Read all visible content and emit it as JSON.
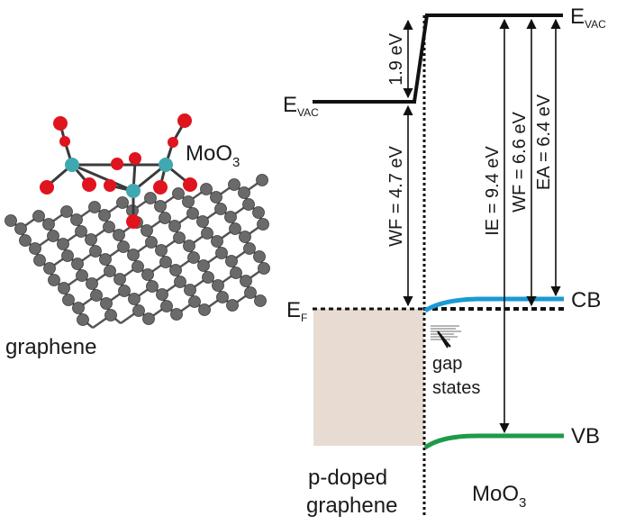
{
  "labels": {
    "graphene": "graphene",
    "moo3_molecule": "MoO",
    "moo3_sub": "3",
    "evac_left": "E",
    "evac_left_sub": "VAC",
    "evac_right": "E",
    "evac_right_sub": "VAC",
    "ef": "E",
    "ef_sub": "F",
    "cb": "CB",
    "vb": "VB",
    "gap_states_1": "gap",
    "gap_states_2": "states",
    "pdoped_1": "p-doped",
    "pdoped_2": "graphene",
    "moo3_bottom": "MoO",
    "moo3_bottom_sub": "3"
  },
  "annotations": {
    "dipole": "1.9 eV",
    "wf_graphene": "WF = 4.7 eV",
    "ie_moo3": "IE = 9.4 eV",
    "wf_moo3": "WF = 6.6 eV",
    "ea_moo3": "EA = 6.4 eV"
  },
  "colors": {
    "cb": "#1a9ad6",
    "vb": "#1e9a48",
    "graphene_box": "#e8dcd2",
    "carbon": "#6a6a6a",
    "oxygen": "#e0141e",
    "molybdenum": "#3fa8b0"
  }
}
